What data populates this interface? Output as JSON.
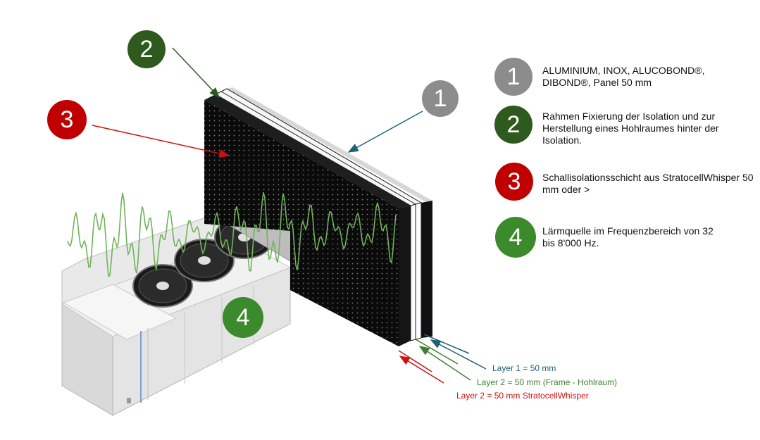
{
  "colors": {
    "grey": "#8c8c8c",
    "dark_green": "#2e5a1e",
    "red": "#c00000",
    "green": "#3b8a2b",
    "layer1": "#1f5f7a",
    "layer2_frame": "#3f7f2f",
    "layer2_whisper": "#d01010",
    "wave": "#6fb35a"
  },
  "markers": {
    "m1": "1",
    "m2": "2",
    "m3": "3",
    "m4": "4"
  },
  "legend": [
    {
      "number": "1",
      "text": "ALUMINIUM, INOX, ALUCOBOND®, DIBOND®, Panel 50 mm"
    },
    {
      "number": "2",
      "text": "Rahmen Fixierung der Isolation und zur Herstellung eines Hohlraumes hinter der Isolation."
    },
    {
      "number": "3",
      "text": "Schallisolationsschicht aus StratocellWhisper 50 mm oder >"
    },
    {
      "number": "4",
      "text": "Lärmquelle im Frequenzbereich von 32 bis 8'000 Hz."
    }
  ],
  "layers": {
    "layer1": "Layer 1 = 50 mm",
    "layer2_frame": "Layer 2 = 50 mm (Frame - Hohlraum)",
    "layer2_whisper": "Layer 2 = 50 mm StratocellWhisper"
  }
}
